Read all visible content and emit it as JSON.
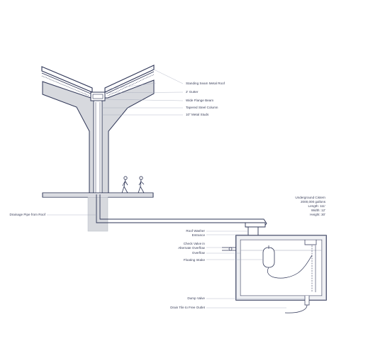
{
  "colors": {
    "line": "#2e3556",
    "concrete": "#d7d9de",
    "leader": "#9aa0b4",
    "water": "#c9d0e2",
    "background": "#ffffff"
  },
  "labels_right": {
    "roof": "Standing Seam Metal Roof",
    "gutter": "2' Gutter",
    "beam": "Wide Flange Beam",
    "column": "Tapered Steel Column",
    "studs": "10\" Metal Studs"
  },
  "cistern_spec": {
    "title": "Underground Cistern",
    "capacity": "2000,000 gallons",
    "length": "Length: 111'",
    "width": "Width: 12'",
    "height": "Height: 30'"
  },
  "labels_left": {
    "pipe": "Drainage Pipe from Roof",
    "washer": "Roof Washer",
    "entrance": "Entrance",
    "check_valve_1": "Check Valve in",
    "check_valve_2": "Alternate Overflow",
    "overflow": "Overflow",
    "intake": "Floating Intake",
    "dump": "Dump Valve",
    "drain": "Drain Tile to Free Outlet"
  }
}
